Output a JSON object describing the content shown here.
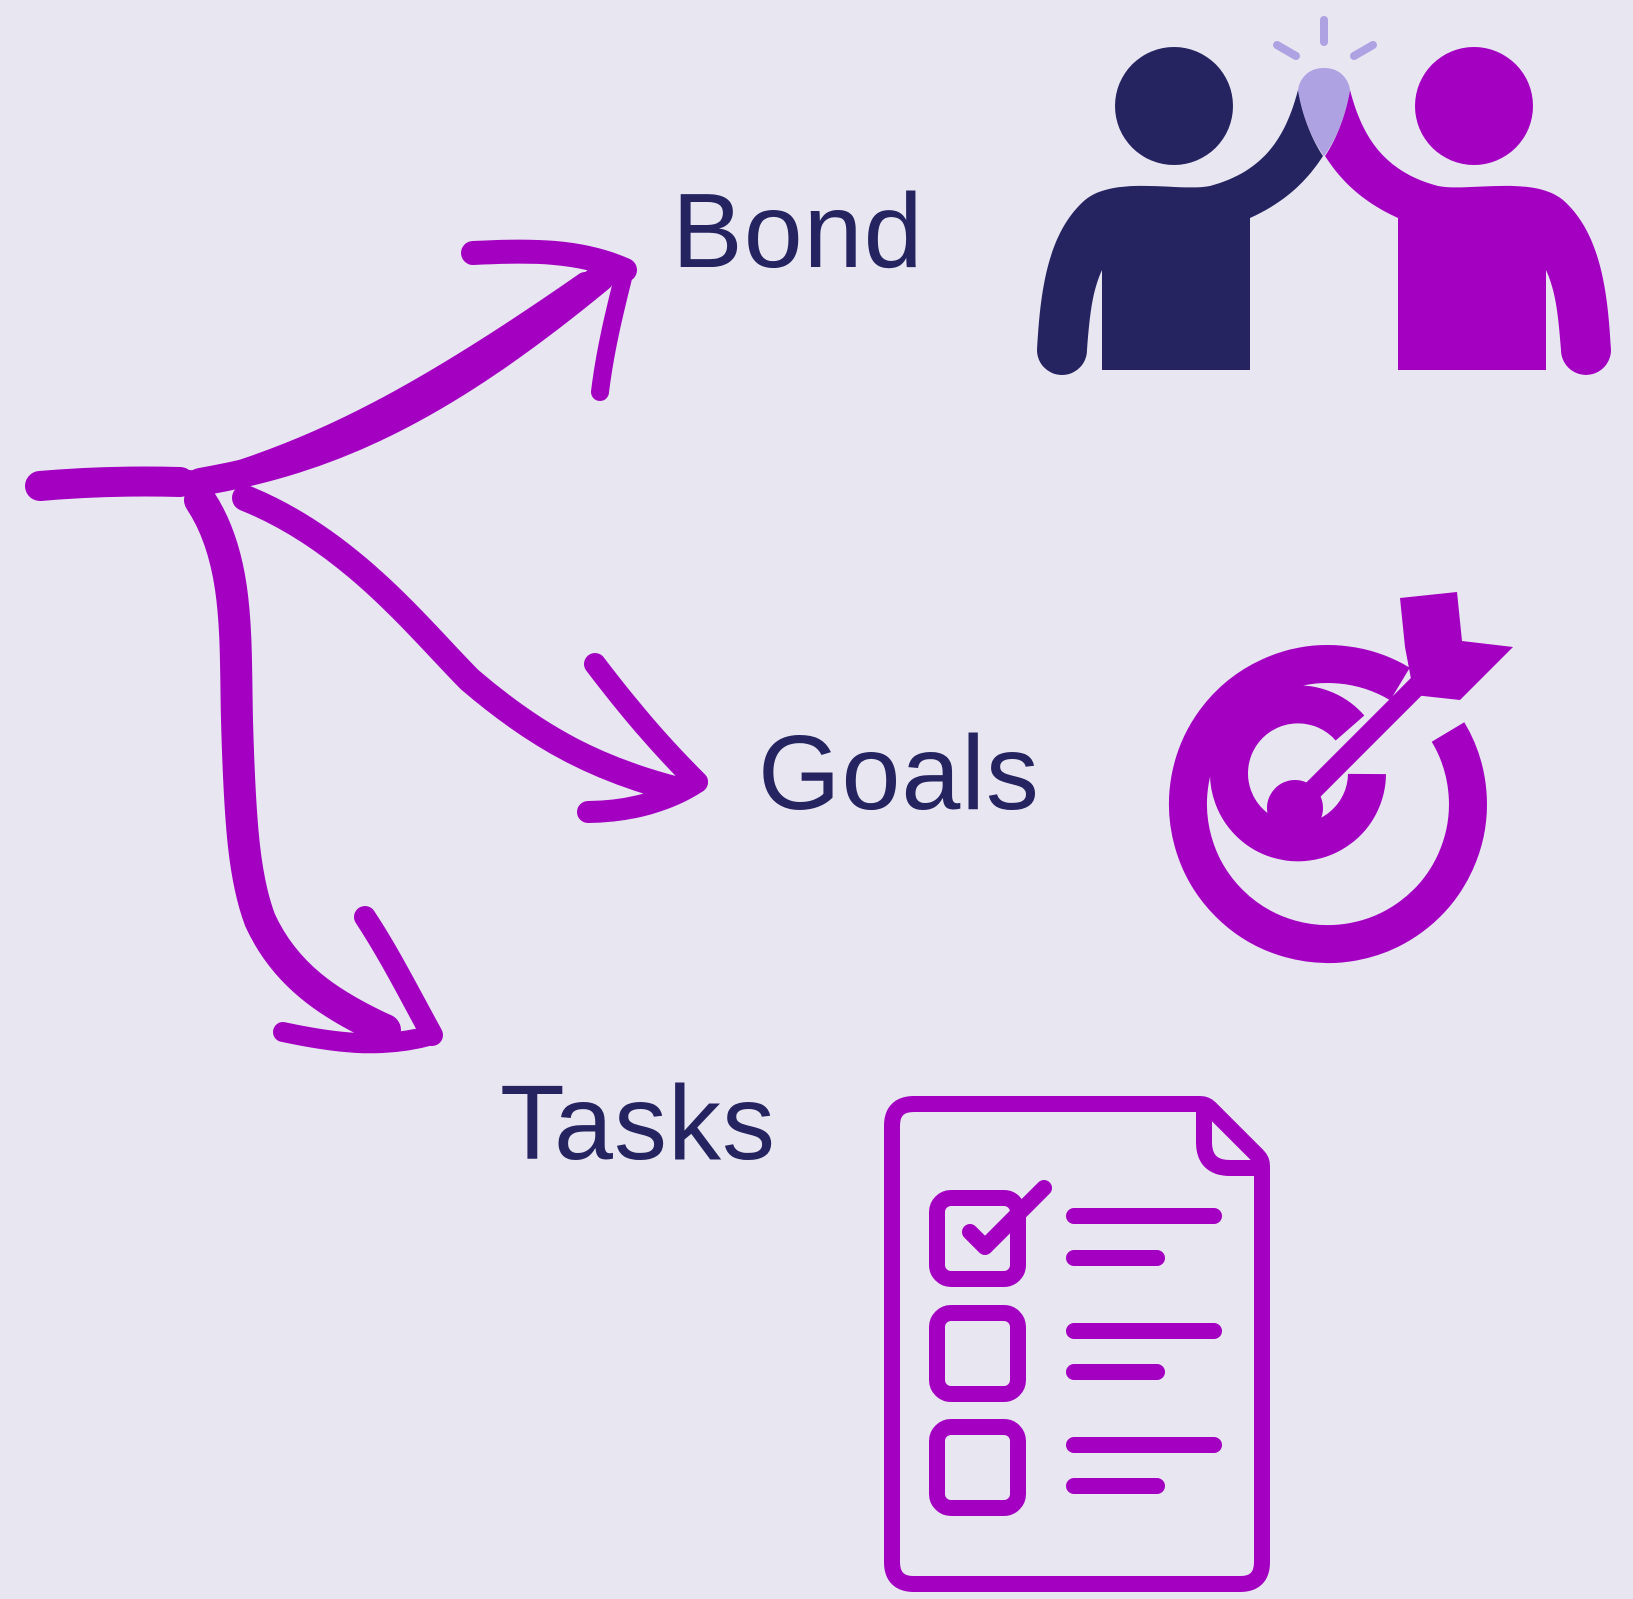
{
  "diagram": {
    "background_color": "#E8E6F1",
    "text_color": "#252461",
    "accent_color": "#A300C2",
    "person_dark_color": "#252461",
    "spark_color": "#AFA2E2",
    "items": [
      {
        "label": "Bond",
        "icon": "high-five-icon"
      },
      {
        "label": "Goals",
        "icon": "target-arrow-icon"
      },
      {
        "label": "Tasks",
        "icon": "checklist-icon"
      }
    ]
  }
}
